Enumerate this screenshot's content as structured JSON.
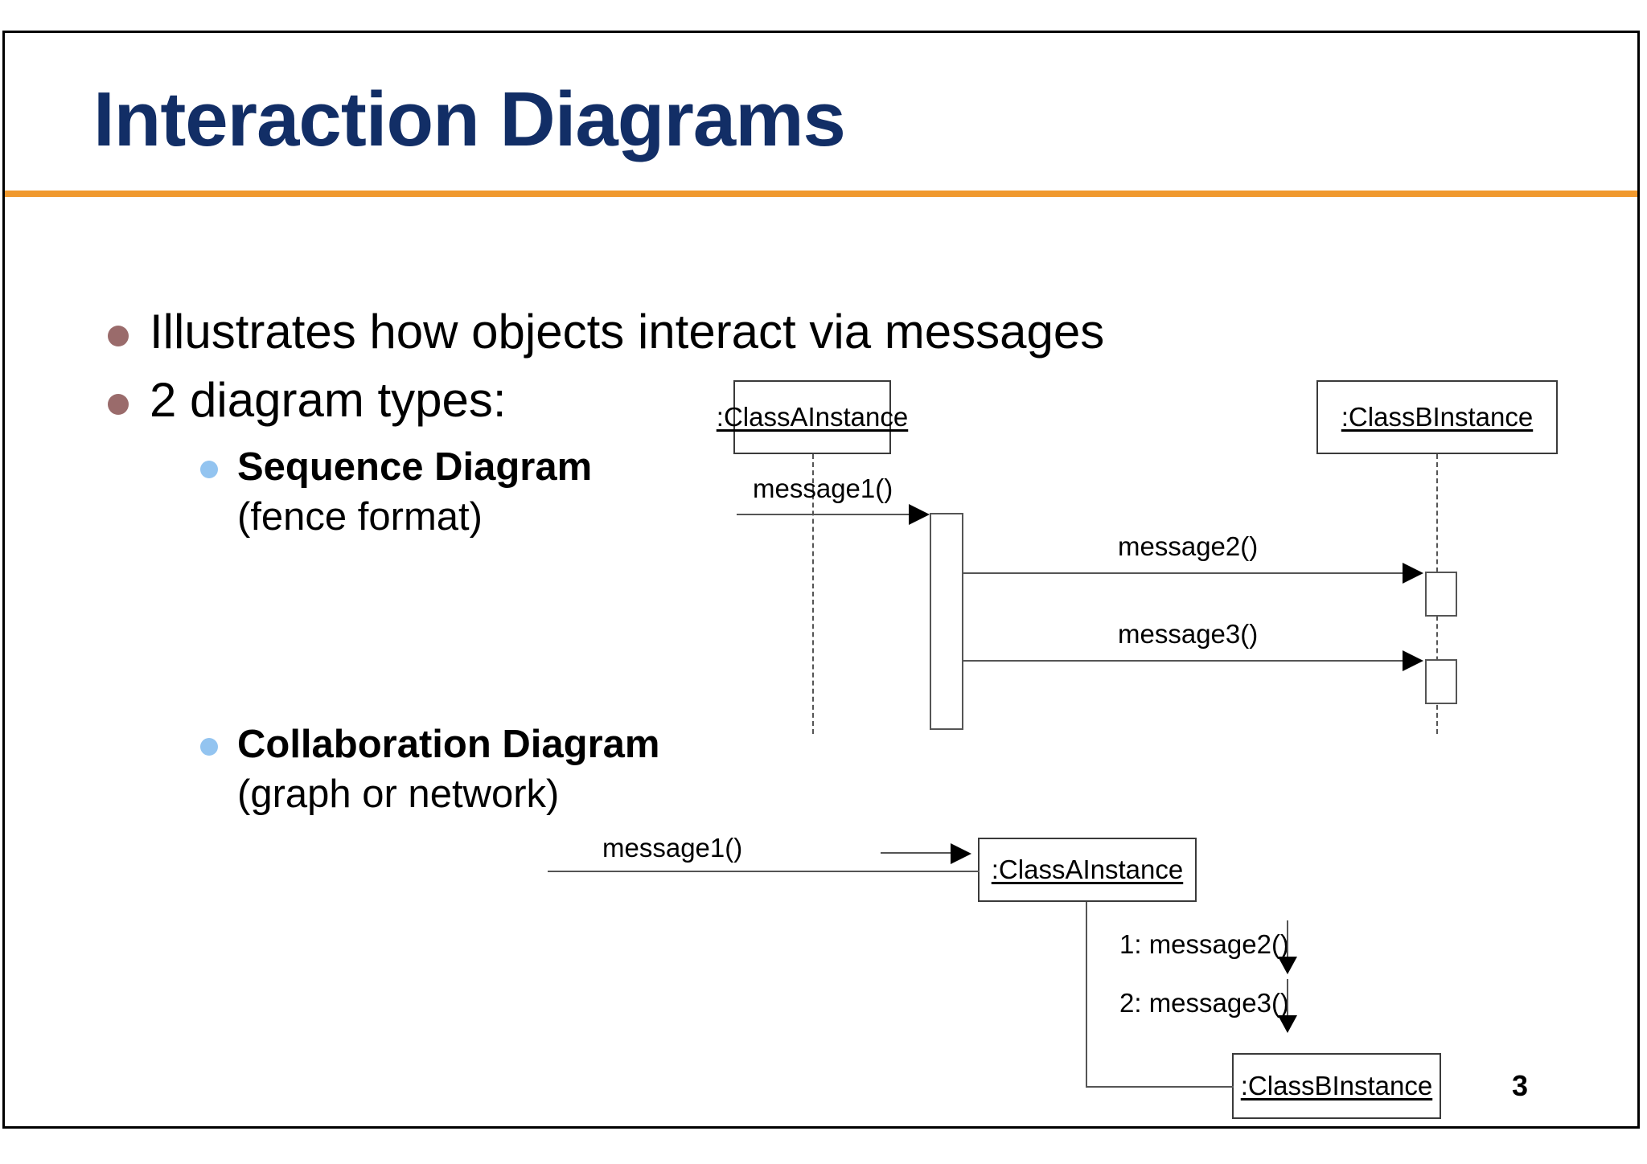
{
  "slide": {
    "title": "Interaction Diagrams",
    "page_number": "3",
    "accent_rule_color": "#f0992e",
    "title_color": "#122e66",
    "bullet_level1_color": "#9a6b6b",
    "bullet_level2_color": "#93c4f0"
  },
  "bullets": [
    {
      "level": 1,
      "text": "Illustrates how objects interact via messages"
    },
    {
      "level": 1,
      "text": "2 diagram types:"
    },
    {
      "level": 2,
      "title": "Sequence Diagram",
      "subtitle": "(fence format)"
    },
    {
      "level": 2,
      "title": "Collaboration Diagram",
      "subtitle": "(graph or network)"
    }
  ],
  "sequence_diagram": {
    "lifelines": [
      {
        "name": "classA",
        "label": ":ClassAInstance"
      },
      {
        "name": "classB",
        "label": ":ClassBInstance"
      }
    ],
    "messages": [
      {
        "order": 1,
        "label": "message1()",
        "from": "external",
        "to": "classA"
      },
      {
        "order": 2,
        "label": "message2()",
        "from": "classA",
        "to": "classB"
      },
      {
        "order": 3,
        "label": "message3()",
        "from": "classA",
        "to": "classB"
      }
    ]
  },
  "collaboration_diagram": {
    "objects": [
      {
        "name": "classA",
        "label": ":ClassAInstance"
      },
      {
        "name": "classB",
        "label": ":ClassBInstance"
      }
    ],
    "messages": [
      {
        "label": "message1()",
        "from": "external",
        "to": "classA"
      },
      {
        "label": "1: message2()",
        "from": "classA",
        "to": "classB"
      },
      {
        "label": "2: message3()",
        "from": "classA",
        "to": "classB"
      }
    ]
  }
}
